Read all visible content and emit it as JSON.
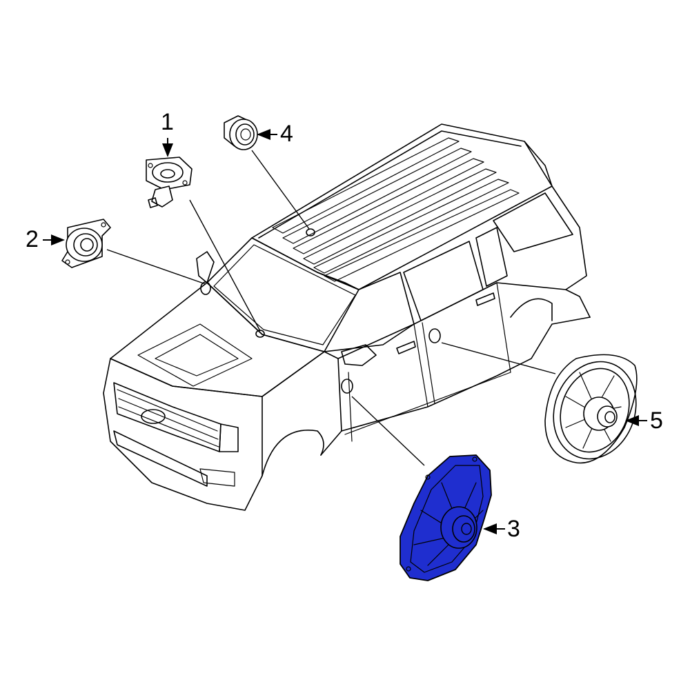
{
  "diagram": {
    "callouts": [
      {
        "id": "1",
        "label": "1"
      },
      {
        "id": "2",
        "label": "2"
      },
      {
        "id": "3",
        "label": "3"
      },
      {
        "id": "4",
        "label": "4"
      },
      {
        "id": "5",
        "label": "5"
      }
    ],
    "highlighted_part": "3",
    "colors": {
      "line": "#000000",
      "highlight_fill": "#1f2ecf",
      "background": "#ffffff"
    }
  }
}
